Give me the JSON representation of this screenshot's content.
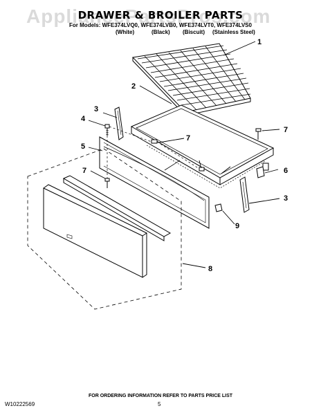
{
  "watermark": "AppliancePartsPros.com",
  "title": "DRAWER & BROILER PARTS",
  "models": "For Models: WFE374LVQ0, WFE374LVB0, WFE374LVT0, WFE374LVS0",
  "finishes": [
    "(White)",
    "(Black)",
    "(Biscuit)",
    "(Stainless Steel)"
  ],
  "callouts": [
    "1",
    "2",
    "3",
    "4",
    "5",
    "7",
    "7",
    "7",
    "6",
    "3",
    "9",
    "8"
  ],
  "footer": {
    "ordering_info": "FOR ORDERING INFORMATION REFER TO PARTS PRICE LIST",
    "doc_number": "W10222569",
    "page_number": "5"
  }
}
